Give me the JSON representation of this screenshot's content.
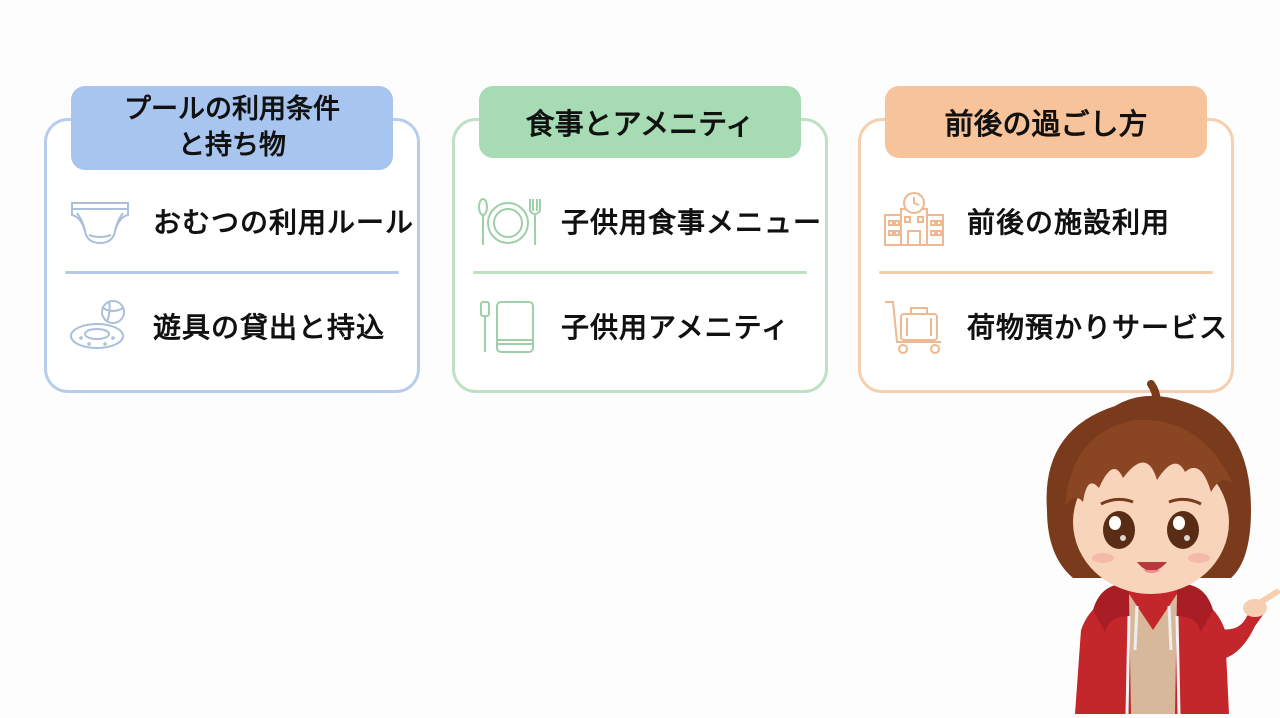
{
  "cards": [
    {
      "title": "プールの利用条件\nと持ち物",
      "color": "#a7c5ee",
      "items": [
        {
          "icon": "diaper-icon",
          "label": "おむつの利用ルール"
        },
        {
          "icon": "float-ring-ball-icon",
          "label": "遊具の貸出と持込"
        }
      ]
    },
    {
      "title": "食事とアメニティ",
      "color": "#a6dbb3",
      "items": [
        {
          "icon": "plate-cutlery-icon",
          "label": "子供用食事メニュー"
        },
        {
          "icon": "toothbrush-towel-icon",
          "label": "子供用アメニティ"
        }
      ]
    },
    {
      "title": "前後の過ごし方",
      "color": "#f7c39b",
      "items": [
        {
          "icon": "building-clock-icon",
          "label": "前後の施設利用"
        },
        {
          "icon": "luggage-cart-icon",
          "label": "荷物預かりサービス"
        }
      ]
    }
  ]
}
